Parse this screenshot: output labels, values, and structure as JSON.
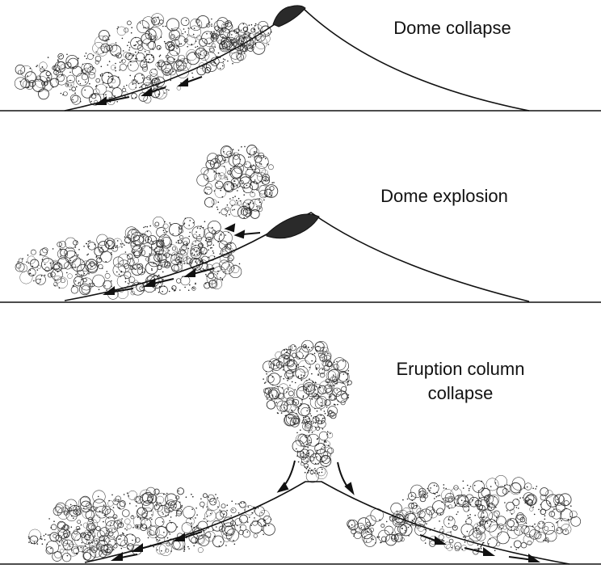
{
  "panels": [
    {
      "id": "dome-collapse",
      "label_lines": [
        "Dome collapse"
      ]
    },
    {
      "id": "dome-explosion",
      "label_lines": [
        "Dome explosion"
      ]
    },
    {
      "id": "eruption-column-collapse",
      "label_lines": [
        "Eruption column",
        "collapse"
      ]
    }
  ],
  "colors": {
    "ink": "#111111",
    "dome": "#2a2a2a",
    "background": "#ffffff"
  }
}
